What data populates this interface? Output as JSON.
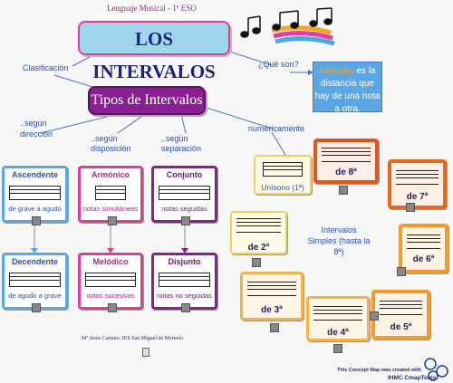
{
  "header": {
    "subtitle": "Lenguaje Musical - 1º ESO"
  },
  "title": "LOS INTERVALOS",
  "tipos": "Tipos de Intervalos",
  "links": {
    "clasificacion": "Clasificación",
    "que_son": "¿Qué son?",
    "segun_direccion": "..según dirección",
    "segun_disposicion": "..según disposición",
    "segun_separacion": "..según separación",
    "numericamente": "numéricamente"
  },
  "definition": {
    "highlight": "Intervalo",
    "rest": " es la distancia que hay de una nota a otra."
  },
  "boxes": {
    "ascendente": {
      "title": "Ascendente",
      "sub": "de grave a agudo"
    },
    "descendente": {
      "title": "Decendente",
      "sub": "de agudo a grave"
    },
    "armonico": {
      "title": "Armónico",
      "sub": "notas simultáneas"
    },
    "melodico": {
      "title": "Melódico",
      "sub": "notas sucesivas"
    },
    "conjunto": {
      "title": "Conjunto",
      "sub": "notas seguidas"
    },
    "disjunto": {
      "title": "Disjunto",
      "sub": "notas no seguidas"
    }
  },
  "unison": "Unísono (1ª)",
  "simples": "Intervalos Simples (hasta la 8ª)",
  "numeric": [
    "de 2ª",
    "de 3ª",
    "de 4ª",
    "de 5ª",
    "de 6ª",
    "de 7ª",
    "de 8ª"
  ],
  "footer": {
    "author": "Mª Jesús Camino. IES San Miguel de Meruelo",
    "credit1": "This Concept Map was created with",
    "credit2": "IHMC CmapTools"
  },
  "colors": {
    "blue": "#5aa7e3",
    "pink": "#d9409a",
    "purple": "#8a1f93",
    "orange": "#f29a2e",
    "title_bg": "#9ed7ec"
  }
}
